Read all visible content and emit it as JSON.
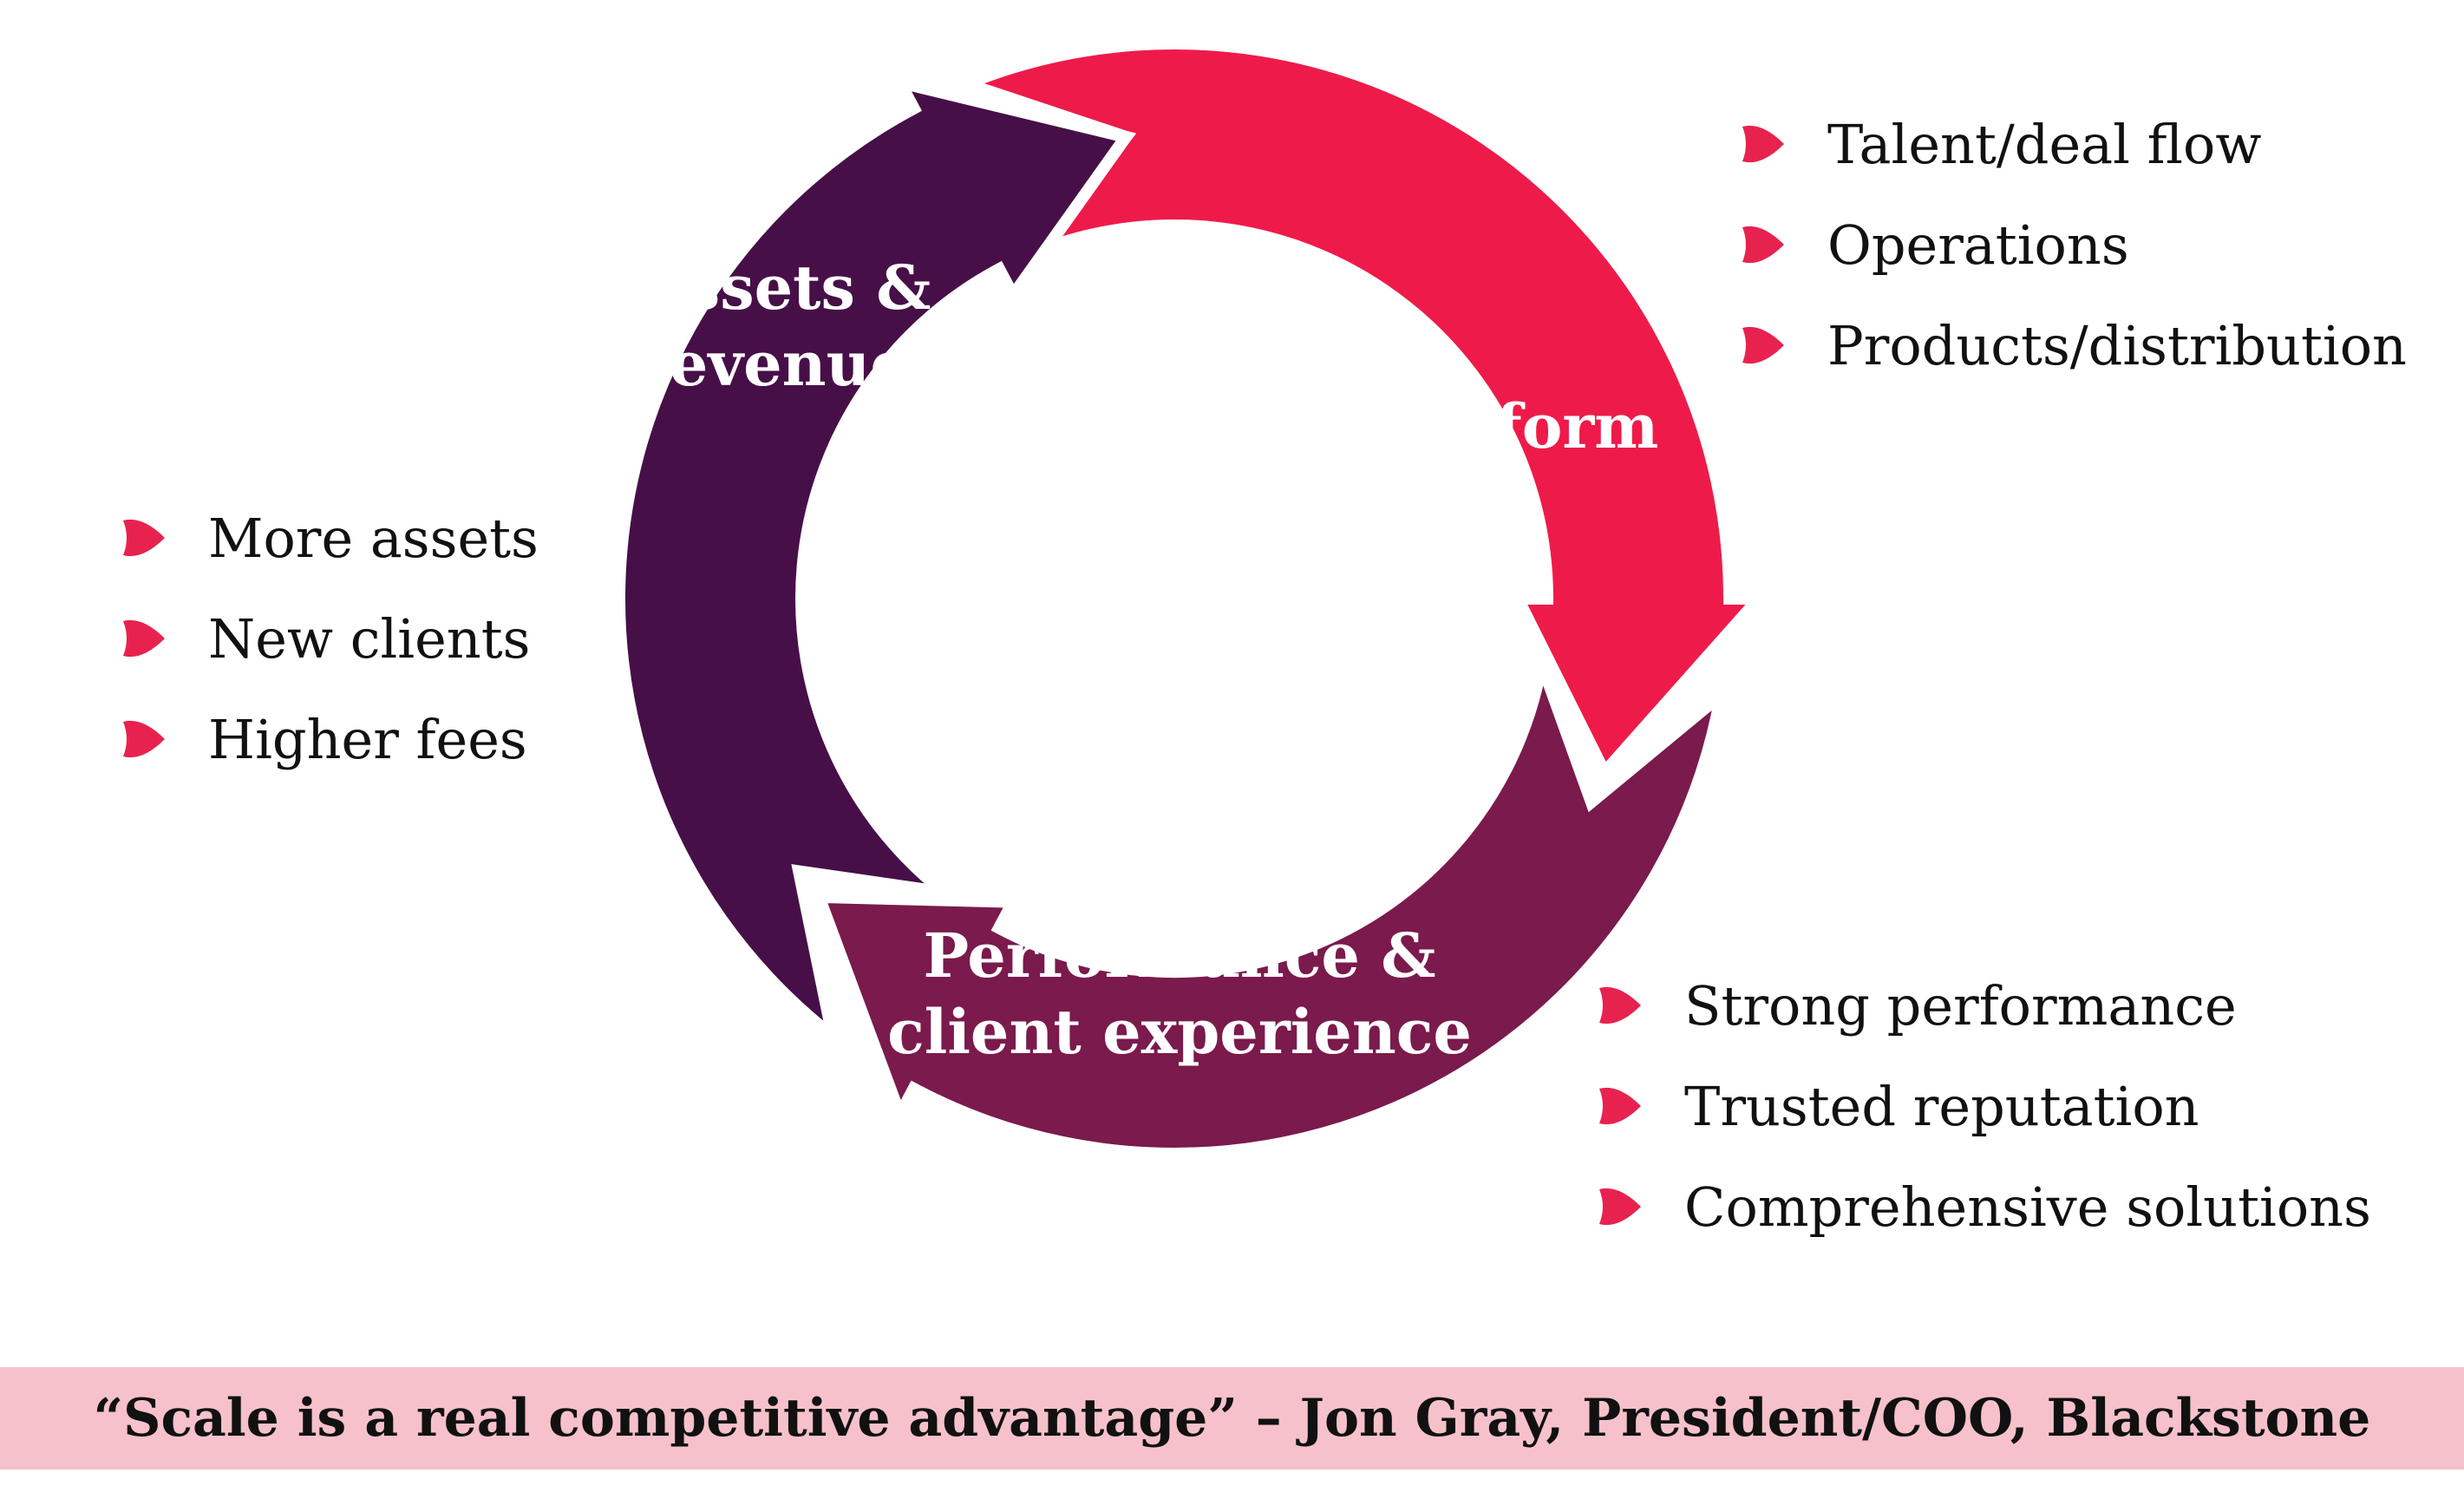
{
  "colors": {
    "assets_segment": "#470f48",
    "platform_segment": "#ee1b4a",
    "performance_segment": "#7b1a4c",
    "bullet": "#e8224f",
    "quote_background": "#f6c1ca"
  },
  "cycle": {
    "assets": {
      "line1": "Assets &",
      "line2": "revenues"
    },
    "platform": {
      "line1": "Platform"
    },
    "performance": {
      "line1": "Performance &",
      "line2": "client experience"
    }
  },
  "lists": {
    "assets": [
      "More assets",
      "New clients",
      "Higher fees"
    ],
    "platform": [
      "Talent/deal flow",
      "Operations",
      "Products/distribution"
    ],
    "performance": [
      "Strong performance",
      "Trusted reputation",
      "Comprehensive solutions"
    ]
  },
  "quote": {
    "text": "“Scale is a real competitive advantage” – Jon Gray, President/COO, Blackstone"
  }
}
